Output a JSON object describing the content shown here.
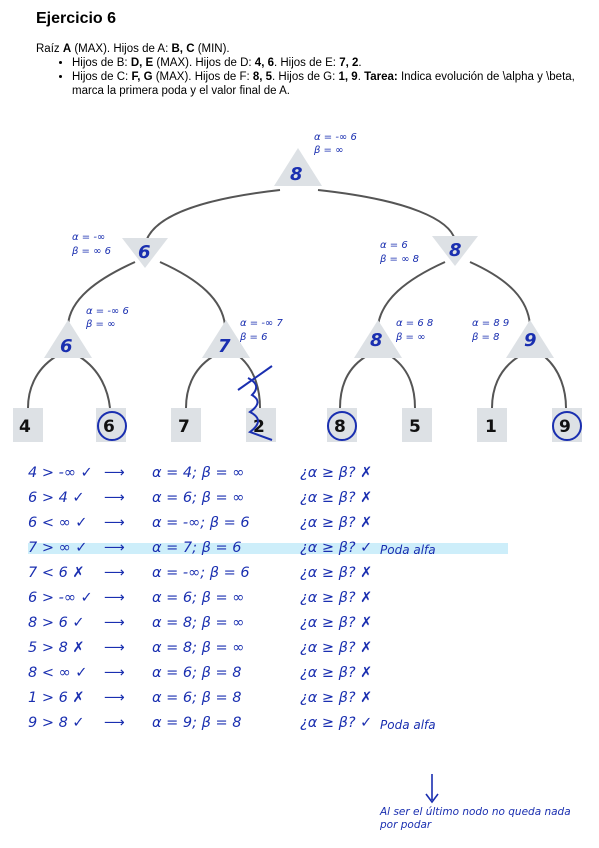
{
  "title": "Ejercicio 6",
  "problem": {
    "line1": [
      "Raíz ",
      "A",
      " (MAX). Hijos de A: ",
      "B, C",
      " (MIN)."
    ],
    "bullet1": [
      "Hijos de B: ",
      "D, E",
      " (MAX). Hijos de D: ",
      "4, 6",
      ". Hijos de E: ",
      "7, 2",
      "."
    ],
    "bullet2": [
      "Hijos de C: ",
      "F, G",
      " (MAX). Hijos de F: ",
      "8, 5",
      ". Hijos de G: ",
      "1, 9",
      ". ",
      "Tarea:",
      " Indica evolución de \\alpha y \\beta, marca la primera poda y el valor final de A."
    ]
  },
  "tree": {
    "root": {
      "value": "8",
      "alpha": "α = -∞ 6",
      "beta": "β = ∞"
    },
    "B": {
      "value": "6",
      "alpha": "α = -∞",
      "beta": "β = ∞ 6"
    },
    "C": {
      "value": "8",
      "alpha": "α = 6",
      "beta": "β = ∞ 8"
    },
    "D": {
      "value": "6",
      "alpha": "α = -∞ 6",
      "beta": "β = ∞"
    },
    "E": {
      "value": "7",
      "alpha": "α = -∞ 7",
      "beta": "β = 6"
    },
    "F": {
      "value": "8",
      "alpha": "α = 6 8",
      "beta": "β = ∞"
    },
    "G": {
      "value": "9",
      "alpha": "α = 8 9",
      "beta": "β = 8"
    },
    "leaves": [
      "4",
      "6",
      "7",
      "2",
      "8",
      "5",
      "1",
      "9"
    ]
  },
  "trace": [
    {
      "cmp": "4 > -∞ ✓",
      "assign": "α = 4; β = ∞",
      "check": "¿α ≥ β? ✗",
      "note": ""
    },
    {
      "cmp": "6 > 4 ✓",
      "assign": "α = 6; β = ∞",
      "check": "¿α ≥ β? ✗",
      "note": ""
    },
    {
      "cmp": "6 < ∞ ✓",
      "assign": "α = -∞; β = 6",
      "check": "¿α ≥ β? ✗",
      "note": ""
    },
    {
      "cmp": "7 > ∞ ✓",
      "assign": "α = 7; β = 6",
      "check": "¿α ≥ β? ✓",
      "note": "Poda alfa"
    },
    {
      "cmp": "7 < 6 ✗",
      "assign": "α = -∞; β = 6",
      "check": "¿α ≥ β? ✗",
      "note": ""
    },
    {
      "cmp": "6 > -∞ ✓",
      "assign": "α = 6; β = ∞",
      "check": "¿α ≥ β? ✗",
      "note": ""
    },
    {
      "cmp": "8 > 6 ✓",
      "assign": "α = 8; β = ∞",
      "check": "¿α ≥ β? ✗",
      "note": ""
    },
    {
      "cmp": "5 > 8 ✗",
      "assign": "α = 8; β = ∞",
      "check": "¿α ≥ β? ✗",
      "note": ""
    },
    {
      "cmp": "8 < ∞ ✓",
      "assign": "α = 6; β = 8",
      "check": "¿α ≥ β? ✗",
      "note": ""
    },
    {
      "cmp": "1 > 6 ✗",
      "assign": "α = 6; β = 8",
      "check": "¿α ≥ β? ✗",
      "note": ""
    },
    {
      "cmp": "9 > 8 ✓",
      "assign": "α = 9; β = 8",
      "check": "¿α ≥ β? ✓",
      "note": "Poda alfa"
    }
  ],
  "final_note": "Al ser el último nodo no queda nada por podar",
  "colors": {
    "ink": "#1a2fb0",
    "node_fill": "#dde1e5",
    "highlight": "#cdeefa"
  }
}
